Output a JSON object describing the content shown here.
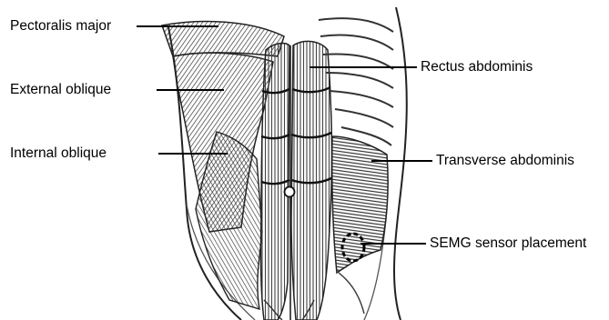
{
  "labels": {
    "pectoralis_major": "Pectoralis major",
    "external_oblique": "External oblique",
    "internal_oblique": "Internal oblique",
    "rectus_abdominis": "Rectus abdominis",
    "transverse_abdominis": "Transverse abdominis",
    "semg_sensor_placement": "SEMG sensor placement"
  },
  "colors": {
    "ink": "#000000",
    "muscle_shade": "#4a4a4a",
    "background": "#ffffff"
  }
}
